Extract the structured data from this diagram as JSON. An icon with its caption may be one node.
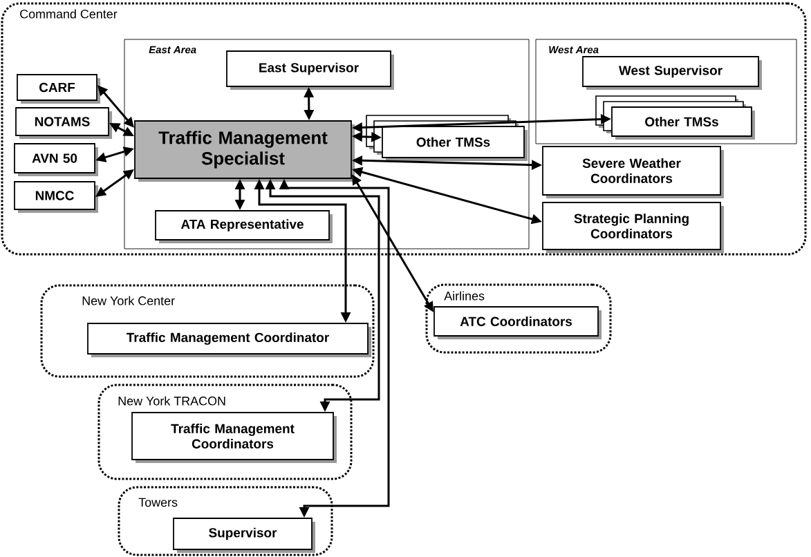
{
  "diagram": {
    "nodes": [
      {
        "text": [
          "Command Center"
        ]
      },
      {
        "text": [
          "East Area"
        ],
        "in": 0
      },
      {
        "text": [
          "West Area"
        ],
        "in": 0
      },
      {
        "text": [
          "East Supervisor"
        ],
        "in": 1
      },
      {
        "text": [
          "CARF"
        ],
        "in": 0
      },
      {
        "text": [
          "NOTAMS"
        ],
        "in": 0
      },
      {
        "text": [
          "AVN 50"
        ],
        "in": 0
      },
      {
        "text": [
          "NMCC"
        ],
        "in": 0
      },
      {
        "text": [
          "Traffic Management Specialist"
        ],
        "in": 1
      },
      {
        "text": [
          "Other TMSs"
        ],
        "in": 1
      },
      {
        "text": [
          "ATA Representative"
        ],
        "in": 1
      },
      {
        "text": [
          "West Supervisor"
        ],
        "in": 2
      },
      {
        "text": [
          "Other TMSs"
        ],
        "in": 2
      },
      {
        "text": [
          "Severe Weather Coordinators"
        ],
        "in": 0
      },
      {
        "text": [
          "Strategic Planning Coordinators"
        ],
        "in": 0
      },
      {
        "text": [
          "New York Center"
        ]
      },
      {
        "text": [
          "Traffic Management Coordinator"
        ],
        "in": 15
      },
      {
        "text": [
          "Airlines"
        ]
      },
      {
        "text": [
          "ATC Coordinators"
        ],
        "in": 17
      },
      {
        "text": [
          "New York TRACON"
        ]
      },
      {
        "text": [
          "Traffic Management Coordinators"
        ],
        "in": 19
      },
      {
        "text": [
          "Towers"
        ]
      },
      {
        "text": [
          "Supervisor"
        ],
        "in": 21
      }
    ],
    "edges": [
      {
        "from": 8,
        "to": 3,
        "arrow": "both"
      },
      {
        "from": 4,
        "to": 8,
        "arrow": "both"
      },
      {
        "from": 5,
        "to": 8,
        "arrow": "both"
      },
      {
        "from": 6,
        "to": 8,
        "arrow": "both"
      },
      {
        "from": 7,
        "to": 8,
        "arrow": "both"
      },
      {
        "from": 8,
        "to": 9,
        "arrow": "both"
      },
      {
        "from": 8,
        "to": 12,
        "arrow": "both"
      },
      {
        "from": 8,
        "to": 13,
        "arrow": "both"
      },
      {
        "from": 8,
        "to": 14,
        "arrow": "both"
      },
      {
        "from": 8,
        "to": 10,
        "arrow": "both"
      },
      {
        "from": 8,
        "to": 18,
        "arrow": "both"
      },
      {
        "from": 8,
        "to": 16,
        "arrow": "both"
      },
      {
        "from": 8,
        "to": 20,
        "arrow": "both"
      },
      {
        "from": 8,
        "to": 22,
        "arrow": "both"
      }
    ]
  }
}
